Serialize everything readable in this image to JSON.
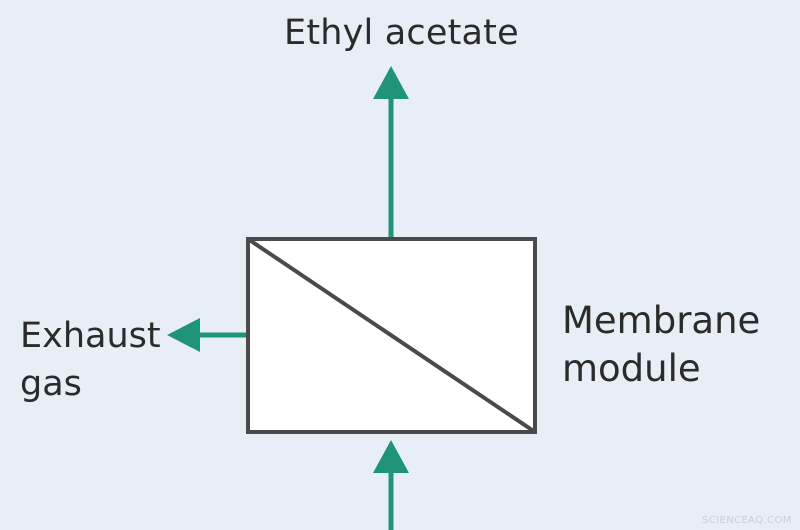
{
  "labels": {
    "top_output": "Ethyl acetate",
    "exhaust_line1": "Exhaust",
    "exhaust_line2": "gas",
    "module_line1": "Membrane",
    "module_line2": "module"
  },
  "watermark": "SCIENCEAQ.COM",
  "colors": {
    "background": "#e8eef5",
    "arrow": "#1f9476",
    "box_stroke": "#4a4a4a",
    "box_fill": "#ffffff",
    "text": "#2b2b2b"
  }
}
